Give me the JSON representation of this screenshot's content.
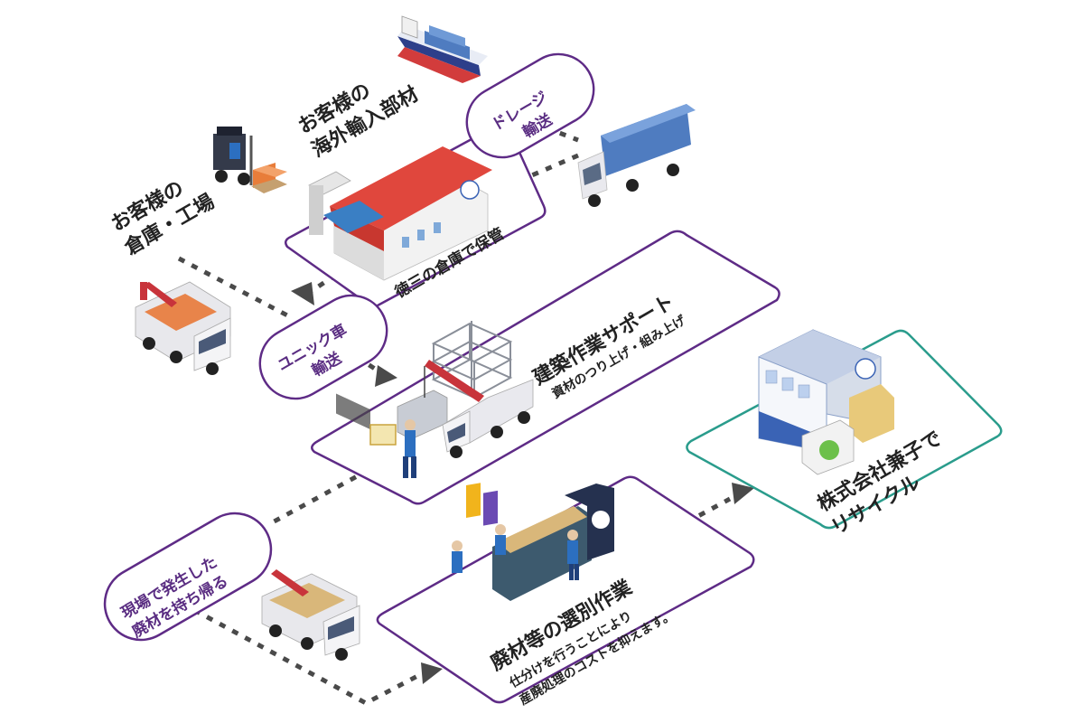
{
  "labels": {
    "customer_import": [
      "お客様の",
      "海外輸入部材"
    ],
    "customer_factory": [
      "お客様の",
      "倉庫・工場"
    ],
    "dray_transport": [
      "ドレージ",
      "輸送"
    ],
    "tokuzo_storage": "徳三の倉庫で保管",
    "unic_transport": [
      "ユニック車",
      "輸送"
    ],
    "construction_title": "建築作業サポート",
    "construction_sub": "資材のつり上げ・組み上げ",
    "recycle": [
      "株式会社兼子で",
      "リサイクル"
    ],
    "waste_takeback": [
      "現場で発生した",
      "廃材を持ち帰る"
    ],
    "sorting_title": "廃材等の選別作業",
    "sorting_sub": [
      "仕分けを行うことにより",
      "産廃処理のコストを抑えます。"
    ]
  },
  "colors": {
    "purple": "#5e2b86",
    "teal": "#2a9c8c",
    "arrow": "#4a4a4a",
    "roof_red": "#e0473d",
    "roof_blue": "#3a7fc4",
    "container_blue": "#4f7cc0",
    "crane_red": "#c8343b"
  },
  "icons": {
    "ship": "container-ship-icon",
    "forklift": "forklift-icon",
    "warehouse": "warehouse-icon",
    "trailer": "container-trailer-icon",
    "crane_truck": "crane-truck-icon",
    "building": "recycle-facility-icon",
    "workers": "sorting-workers-icon"
  }
}
